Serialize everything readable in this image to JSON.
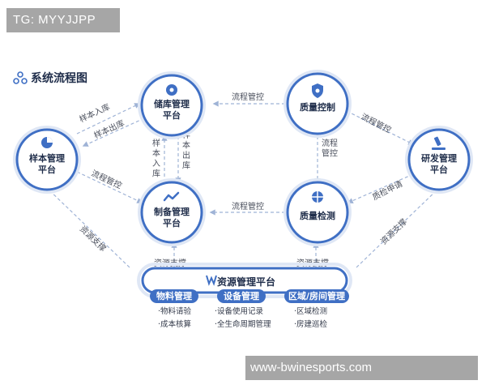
{
  "watermark_top": "TG: MYYJJPP",
  "watermark_bottom": "www-bwinesports.com",
  "title": "系统流程图",
  "nodes": {
    "storage": "储库管理\n平台",
    "quality_control": "质量控制",
    "sample": "样本管理\n平台",
    "rd": "研发管理\n平台",
    "manufacturing": "制备管理\n平台",
    "quality_test": "质量检测"
  },
  "edge_labels": {
    "flow_qc_storage": "流程管控",
    "sample_in_top": "样本入库",
    "sample_out_top": "样本出库",
    "flow_qc_rd": "流程管控",
    "flow_qc_test": "流程\n管控",
    "sample_in_vertical": "样\n本\n入\n库",
    "sample_out_vertical": "样\n本\n出\n库",
    "flow_sample_mfg": "流程管控",
    "flow_test_mfg": "流程管控",
    "inspection_request": "质检申请",
    "resource_left": "资源支撑",
    "resource_right": "资源支撑",
    "resource_mfg": "资源支撑",
    "resource_test": "资源支撑"
  },
  "platform": {
    "title": "资源管理平台",
    "sections": [
      {
        "label": "物料管理",
        "items": [
          "·物料请验",
          "·成本核算"
        ]
      },
      {
        "label": "设备管理",
        "items": [
          "·设备使用记录",
          "·全生命周期管理"
        ]
      },
      {
        "label": "区域/房间管理",
        "items": [
          "·区域检测",
          "·房建巡检"
        ]
      }
    ]
  },
  "colors": {
    "node_ring": "#3f6fc4",
    "node_outer": "#dfe7f5",
    "arrow": "#9fb3d6",
    "pill": "#3f6fc4",
    "text_dark": "#1f2d4a",
    "label_gray": "#4a4f5c"
  }
}
